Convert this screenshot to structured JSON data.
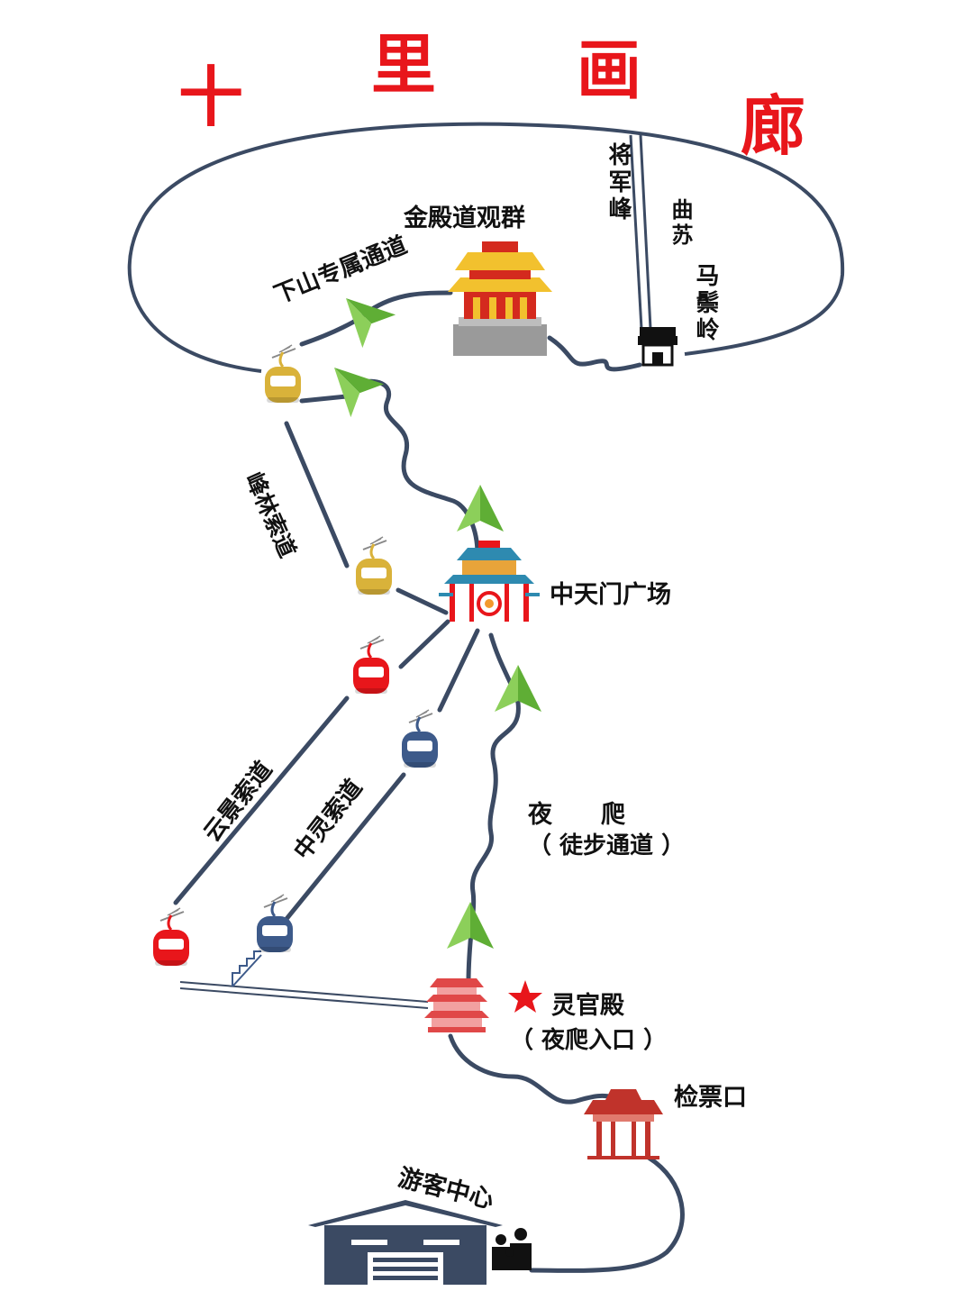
{
  "title": {
    "chars": [
      "十",
      "里",
      "画",
      "廊"
    ]
  },
  "labels": {
    "jindian": "金殿道观群",
    "xiashan": "下山专属通道",
    "jiangjunfeng": "将军峰",
    "qushu": "曲苏",
    "malingling": "马鬃岭",
    "fenglin": "峰林索道",
    "zhongtianmen": "中天门广场",
    "yunjing": "云景索道",
    "zhongling": "中灵索道",
    "yepa": "夜　　爬",
    "yepa_sub": "（ 徒步通道 ）",
    "lingguandian": "灵官殿",
    "lingguandian_sub": "（ 夜爬入口 ）",
    "jianpiaokou": "检票口",
    "youke": "游客中心"
  },
  "colors": {
    "route": "#3b4a63",
    "title": "#e8161b",
    "arrow": "#5fae35",
    "cable_gold": "#d9b23a",
    "cable_red": "#e8161b",
    "cable_blue": "#3d5a8a"
  }
}
